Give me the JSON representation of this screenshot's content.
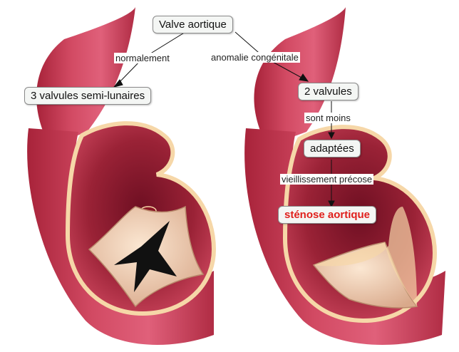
{
  "nodes": {
    "root": "Valve aortique",
    "normal": "3 valvules semi-lunaires",
    "two": "2 valvules",
    "adapted": "adaptées",
    "stenosis": "sténose aortique"
  },
  "edges": {
    "normally": "normalement",
    "congenital": "anomalie congénitale",
    "less": "sont moins",
    "aging": "vieillissement précose"
  },
  "colors": {
    "vessel_outer": "#c8435a",
    "vessel_inner": "#a82840",
    "rim": "#f6d7a8",
    "valve": "#f1d3b6",
    "emphasis": "#e0201c"
  }
}
